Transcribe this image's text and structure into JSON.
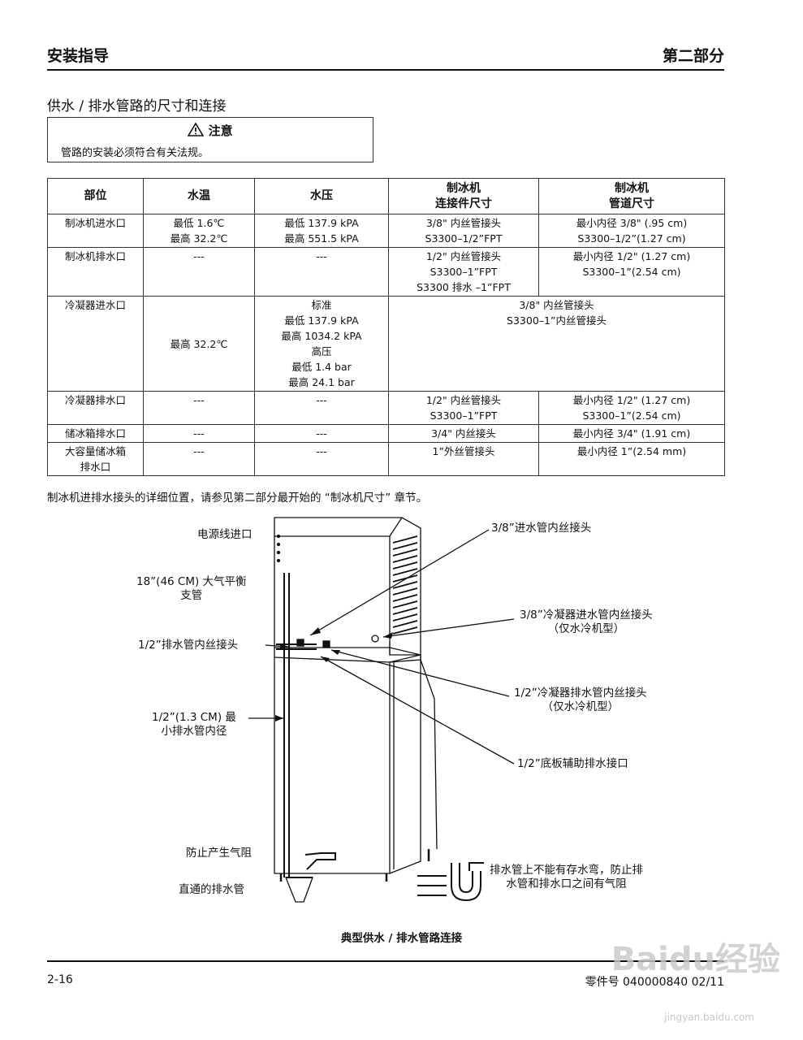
{
  "header": {
    "left": "安装指导",
    "right": "第二部分"
  },
  "section_title": "供水 / 排水管路的尺寸和连接",
  "caution": {
    "title": "注意",
    "text": "管路的安装必须符合有关法规。"
  },
  "table": {
    "headers": {
      "location": "部位",
      "temp": "水温",
      "pressure": "水压",
      "fitting_l1": "制冰机",
      "fitting_l2": "连接件尺寸",
      "tubing_l1": "制冰机",
      "tubing_l2": "管道尺寸"
    },
    "rows": [
      {
        "location": "制冰机进水口",
        "temp": [
          "最低 1.6℃",
          "最高 32.2℃"
        ],
        "pressure": [
          "最低 137.9 kPA",
          "最高 551.5 kPA"
        ],
        "fitting": [
          "3/8\" 内丝管接头",
          "S3300–1/2”FPT"
        ],
        "tubing": [
          "最小内径 3/8\" (.95 cm)",
          "S3300–1/2”(1.27 cm)"
        ]
      },
      {
        "location": "制冰机排水口",
        "temp": [
          "---"
        ],
        "pressure": [
          "---"
        ],
        "fitting": [
          "1/2\" 内丝管接头",
          "S3300–1”FPT",
          "S3300 排水 –1”FPT"
        ],
        "tubing": [
          "最小内径 1/2\" (1.27 cm)",
          "S3300–1”(2.54 cm)"
        ]
      },
      {
        "location": "冷凝器进水口",
        "temp": [
          "最高 32.2℃"
        ],
        "pressure": [
          "标准",
          "最低 137.9 kPA",
          "最高 1034.2 kPA",
          "高压",
          "最低 1.4 bar",
          "最高 24.1 bar"
        ],
        "merged": [
          "3/8\" 内丝管接头",
          "S3300–1”内丝管接头"
        ]
      },
      {
        "location": "冷凝器排水口",
        "temp": [
          "---"
        ],
        "pressure": [
          "---"
        ],
        "fitting": [
          "1/2\" 内丝管接头",
          "S3300–1”FPT"
        ],
        "tubing": [
          "最小内径 1/2\" (1.27 cm)",
          "S3300–1”(2.54 cm)"
        ]
      },
      {
        "location": "储冰箱排水口",
        "temp": [
          "---"
        ],
        "pressure": [
          "---"
        ],
        "fitting": [
          "3/4\" 内丝接头"
        ],
        "tubing": [
          "最小内径 3/4\" (1.91 cm)"
        ]
      },
      {
        "location": "大容量储冰箱排水口",
        "location_lines": [
          "大容量储冰箱",
          "排水口"
        ],
        "temp": [
          "---"
        ],
        "pressure": [
          "---"
        ],
        "fitting": [
          "1”外丝管接头"
        ],
        "tubing": [
          "最小内径 1”(2.54 mm)"
        ]
      }
    ]
  },
  "note": "制冰机进排水接头的详细位置，请参见第二部分最开始的 “制冰机尺寸” 章节。",
  "diagram": {
    "power_inlet": "电源线进口",
    "vent_l1": "18”(46 CM) 大气平衡",
    "vent_l2": "支管",
    "drain_half": "1/2”排水管内丝接头",
    "min_id_l1": "1/2”(1.3 CM) 最",
    "min_id_l2": "小排水管内径",
    "air_gap": "防止产生气阻",
    "straight_drain": "直通的排水管",
    "inlet_38": "3/8”进水管内丝接头",
    "cond_in_l1": "3/8”冷凝器进水管内丝接头",
    "cond_in_l2": "（仅水冷机型）",
    "cond_out_l1": "1/2”冷凝器排水管内丝接头",
    "cond_out_l2": "（仅水冷机型）",
    "base_drain": "1/2”底板辅助排水接口",
    "trap_l1": "排水管上不能有存水弯，防止排",
    "trap_l2": "水管和排水口之间有气阻"
  },
  "caption": "典型供水 / 排水管路连接",
  "footer": {
    "page": "2-16",
    "part": "零件号 040000840 02/11"
  },
  "watermark": {
    "text": "Baidu经验",
    "url": "jingyan.baidu.com"
  }
}
